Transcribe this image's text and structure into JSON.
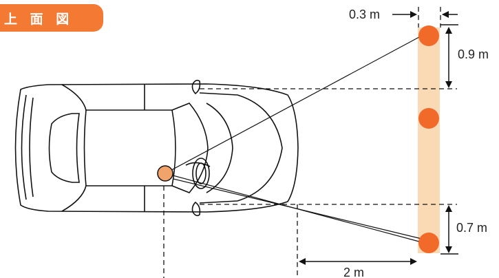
{
  "badge": {
    "text": "上 面 図"
  },
  "labels": {
    "pole_width": "0.3 m",
    "top_offset": "0.9 m",
    "bottom_offset": "0.7 m",
    "distance": "2 m"
  },
  "colors": {
    "badge": "#f47a34",
    "pole": "#fad9b5",
    "marker": "#f26a2a",
    "eye": "#f2a36b"
  },
  "icons": [
    "car-top-view-icon",
    "eye-point-icon"
  ]
}
